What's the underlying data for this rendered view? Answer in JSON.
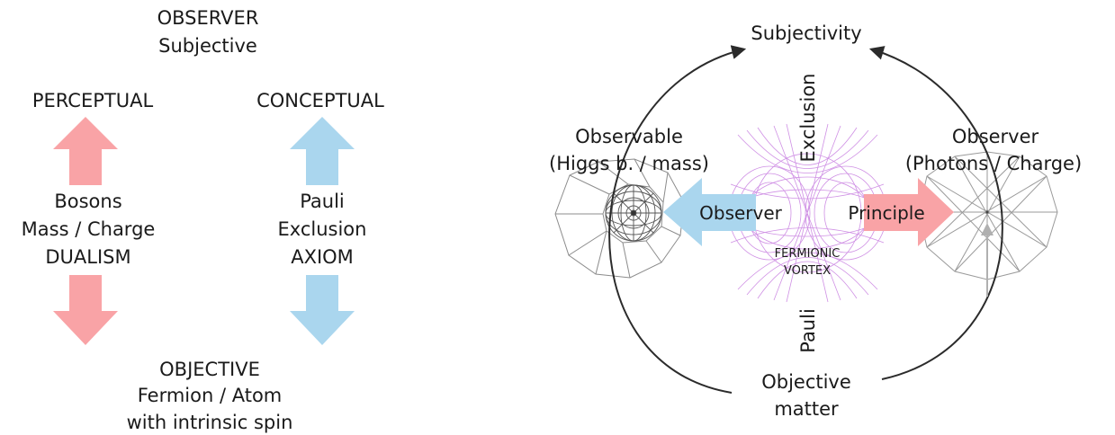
{
  "left_panel": {
    "observer_title": "OBSERVER",
    "observer_subtitle": "Subjective",
    "perceptual": "PERCEPTUAL",
    "conceptual": "CONCEPTUAL",
    "bosons_line1": "Bosons",
    "bosons_line2": "Mass / Charge",
    "bosons_line3": "DUALISM",
    "pauli_line1": "Pauli",
    "pauli_line2": "Exclusion",
    "pauli_line3": "AXIOM",
    "objective_line1": "OBJECTIVE",
    "objective_line2": "Fermion / Atom",
    "objective_line3": "with intrinsic spin"
  },
  "right_panel": {
    "top_label": "Subjectivity",
    "observable_line1": "Observable",
    "observable_line2": "(Higgs b. / mass)",
    "observer_line1": "Observer",
    "observer_line2": "(Photons / Charge)",
    "exclusion": "Exclusion",
    "pauli": "Pauli",
    "arrow_left_label": "Observer",
    "arrow_right_label": "Principle",
    "vortex_line1": "FERMIONIC",
    "vortex_line2": "VORTEX",
    "bottom_line1": "Objective",
    "bottom_line2": "matter"
  },
  "colors": {
    "pink": "#f9a3a6",
    "blue": "#aad6ee",
    "violet": "#c77de0",
    "text": "#1a1a1a",
    "curve": "#2b2b2b",
    "polygon": "#8c8c8c"
  }
}
